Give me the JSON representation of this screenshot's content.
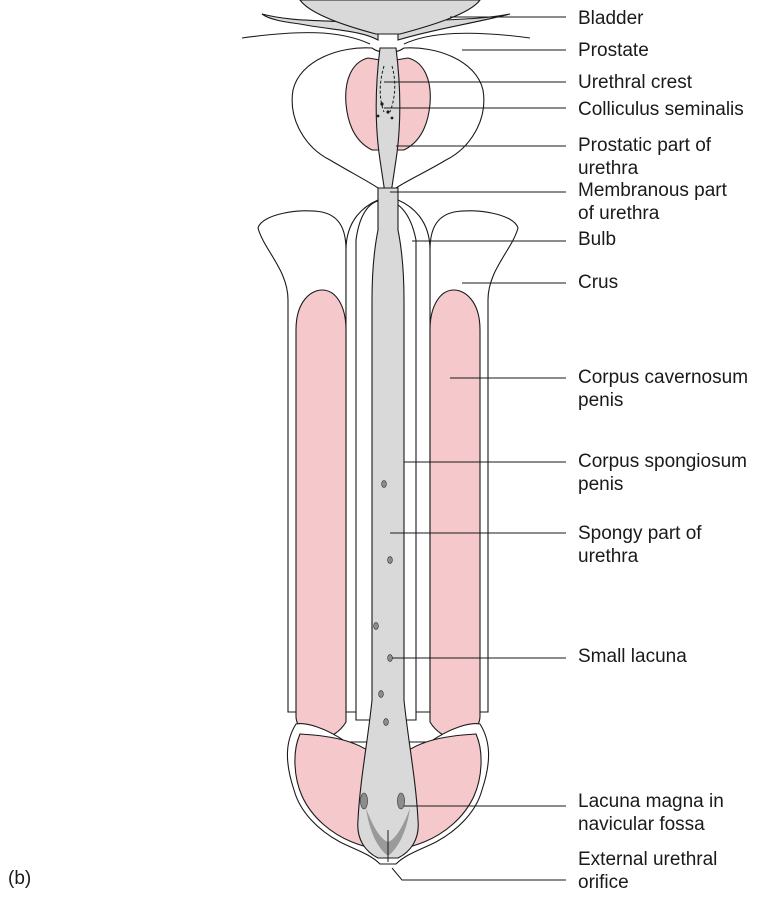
{
  "panel_label": "(b)",
  "labels": [
    {
      "id": "bladder",
      "lines": [
        "Bladder"
      ]
    },
    {
      "id": "prostate",
      "lines": [
        "Prostate"
      ]
    },
    {
      "id": "urethral-crest",
      "lines": [
        "Urethral crest"
      ]
    },
    {
      "id": "colliculus-seminalis",
      "lines": [
        "Colliculus seminalis"
      ]
    },
    {
      "id": "prostatic-urethra",
      "lines": [
        "Prostatic part of",
        "urethra"
      ]
    },
    {
      "id": "membranous-urethra",
      "lines": [
        "Membranous part",
        "of urethra"
      ]
    },
    {
      "id": "bulb",
      "lines": [
        "Bulb"
      ]
    },
    {
      "id": "crus",
      "lines": [
        "Crus"
      ]
    },
    {
      "id": "corpus-cavernosum",
      "lines": [
        "Corpus cavernosum",
        "penis"
      ]
    },
    {
      "id": "corpus-spongiosum",
      "lines": [
        "Corpus spongiosum",
        "penis"
      ]
    },
    {
      "id": "spongy-urethra",
      "lines": [
        "Spongy part of",
        "urethra"
      ]
    },
    {
      "id": "small-lacuna",
      "lines": [
        "Small lacuna"
      ]
    },
    {
      "id": "lacuna-magna",
      "lines": [
        "Lacuna magna in",
        "navicular fossa"
      ]
    },
    {
      "id": "external-orifice",
      "lines": [
        "External urethral",
        "orifice"
      ]
    }
  ],
  "colors": {
    "erectile_tissue": "#f5c8cb",
    "urethra": "#d9d9d9",
    "outline": "#1a1a1a",
    "lacuna": "#8c8c8c"
  }
}
